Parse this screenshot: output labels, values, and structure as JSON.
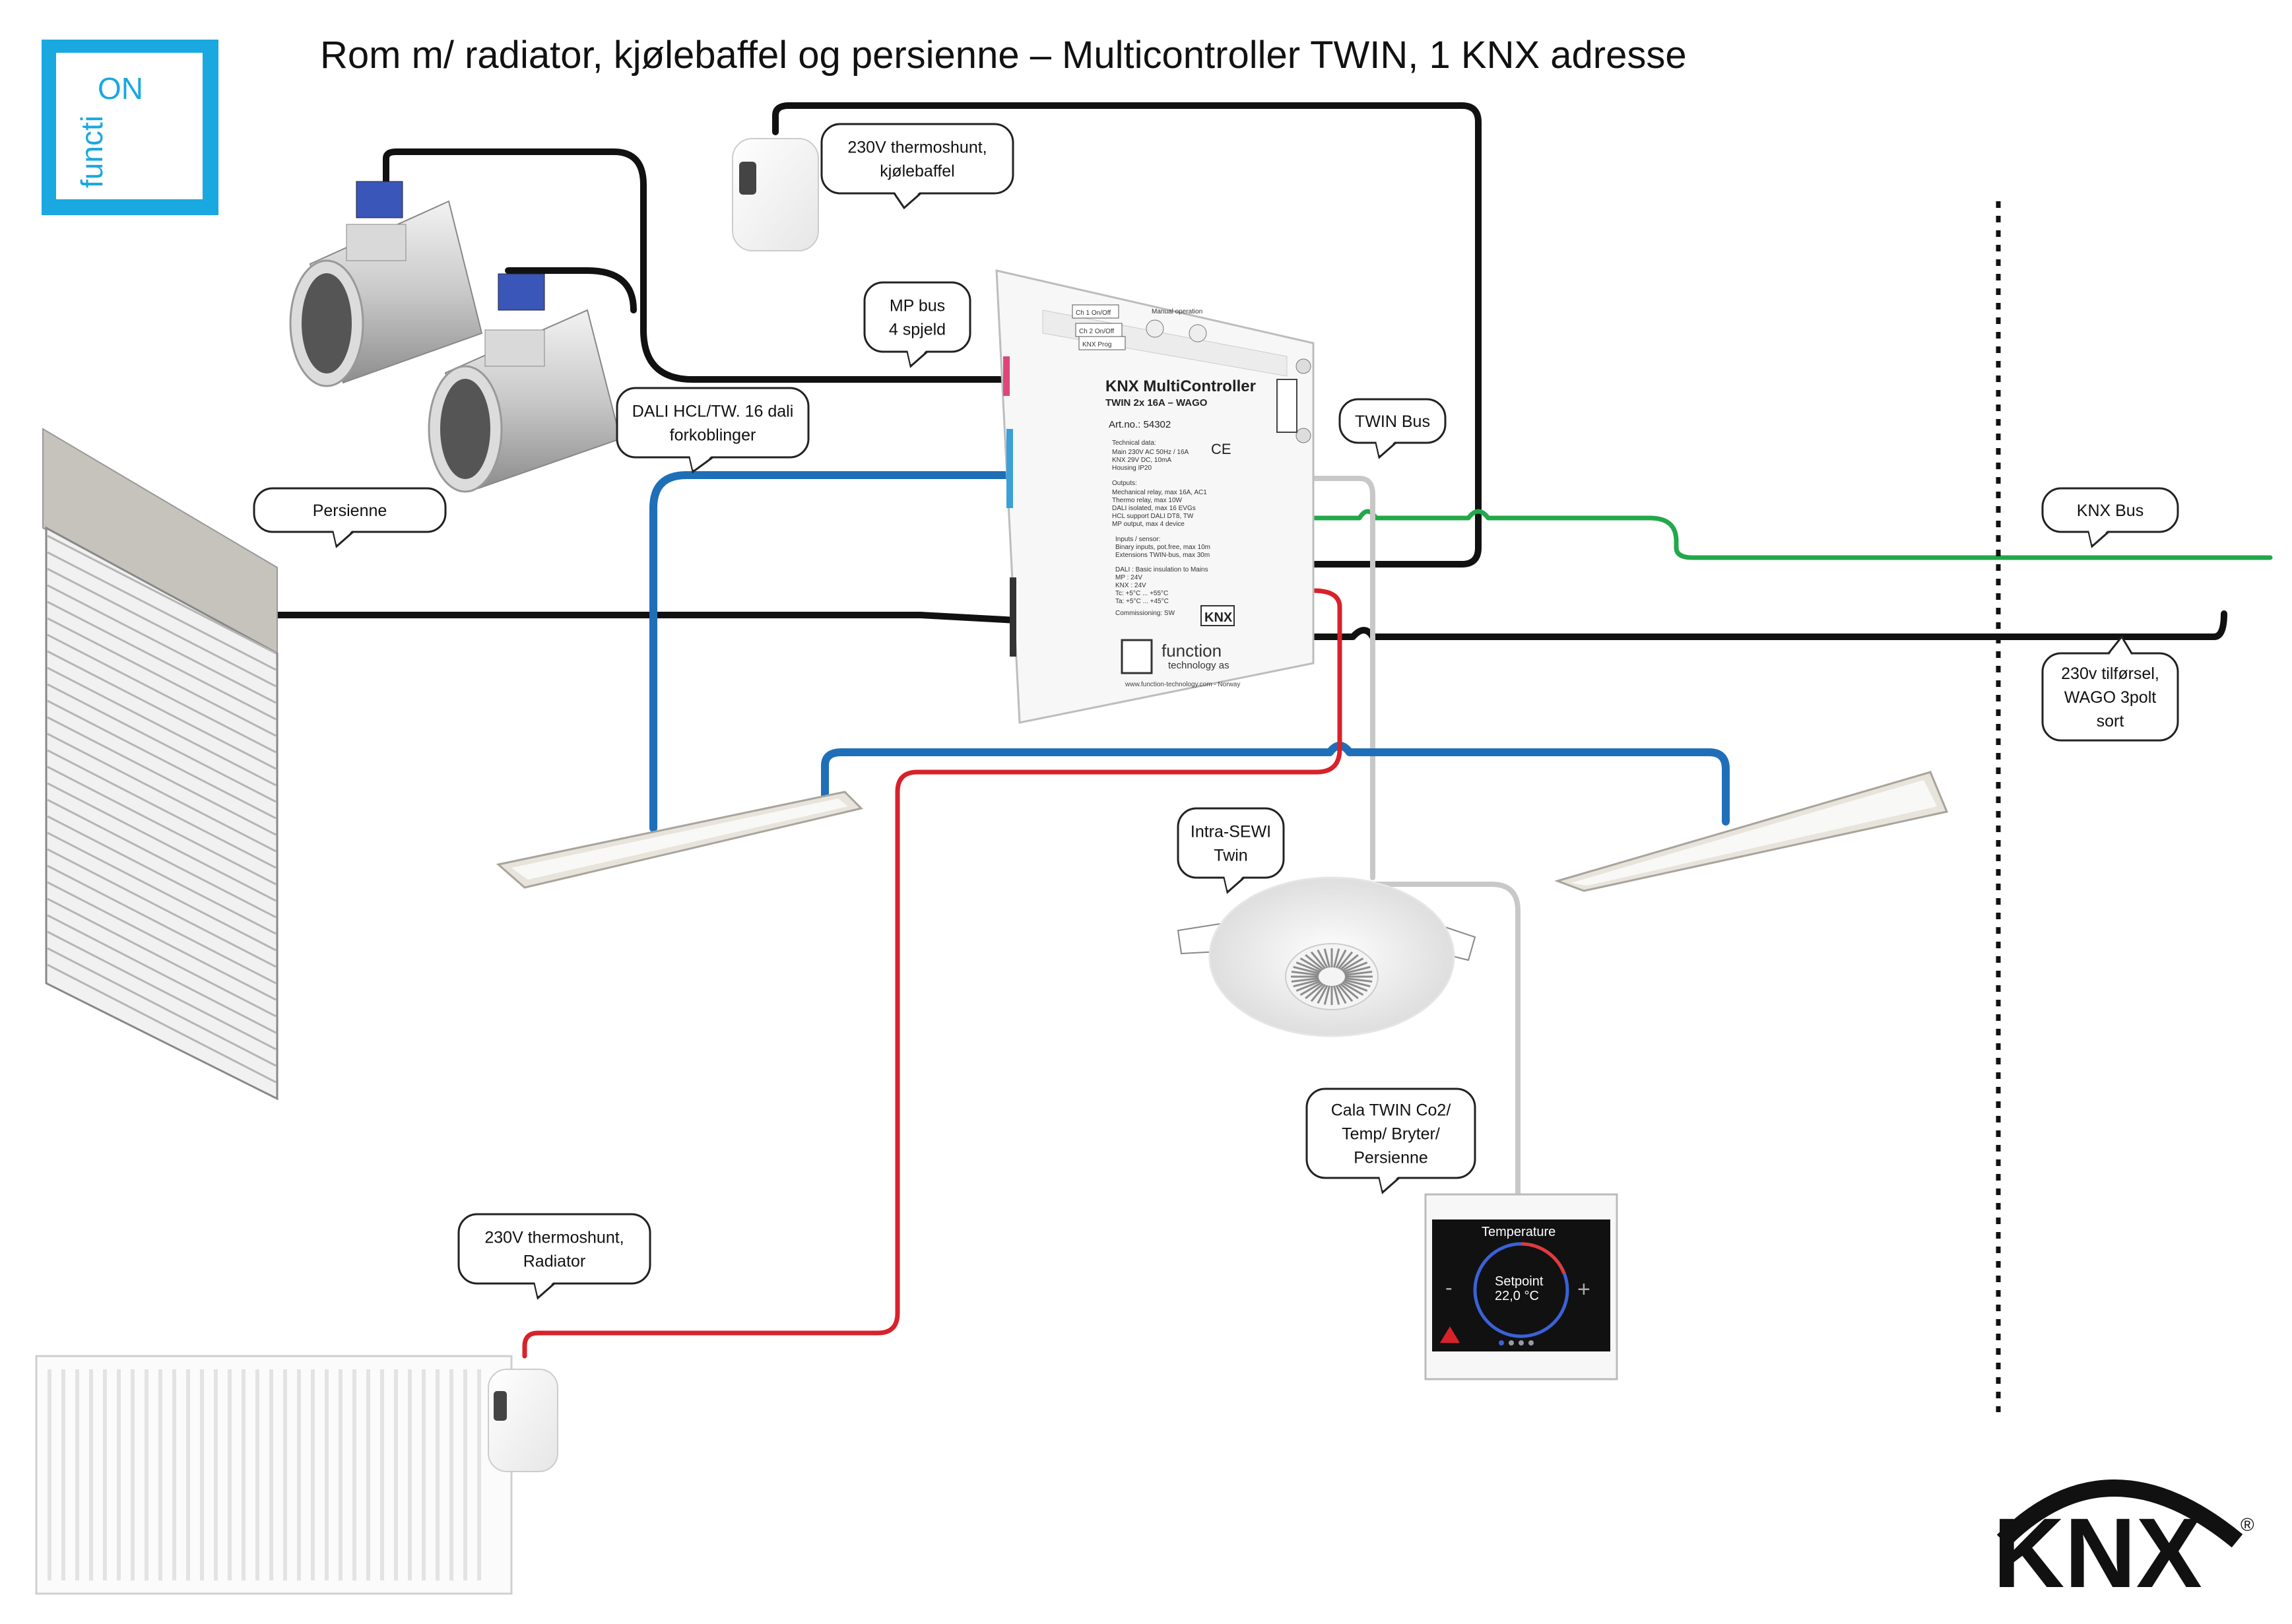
{
  "title": "Rom m/ radiator, kjølebaffel og persienne – Multicontroller TWIN, 1 KNX adresse",
  "logo": {
    "line1": "ON",
    "line2": "functi",
    "color": "#1aa8e0"
  },
  "knx_logo": {
    "text": "KNX",
    "mark": "®"
  },
  "callouts": {
    "thermo_kjolebaffel": [
      "230V thermoshunt,",
      "kjølebaffel"
    ],
    "mp_bus": [
      "MP bus",
      "4 spjeld"
    ],
    "dali": [
      "DALI HCL/TW. 16 dali",
      "forkoblinger"
    ],
    "persienne": [
      "Persienne"
    ],
    "twin_bus": [
      "TWIN Bus"
    ],
    "knx_bus": [
      "KNX Bus"
    ],
    "supply": [
      "230v tilførsel,",
      "WAGO 3polt",
      "sort"
    ],
    "intra_sewi": [
      "Intra-SEWI",
      "Twin"
    ],
    "cala": [
      "Cala TWIN Co2/",
      "Temp/ Bryter/",
      "Persienne"
    ],
    "thermo_radiator": [
      "230V thermoshunt,",
      "Radiator"
    ]
  },
  "controller": {
    "name": "KNX MultiController",
    "model": "TWIN 2x 16A – WAGO",
    "art_no": "Art.no.: 54302",
    "tech_heading": "Technical data:",
    "tech": [
      "Main 230V AC 50Hz / 16A",
      "KNX 29V DC, 10mA",
      "Housing IP20"
    ],
    "outputs_heading": "Outputs:",
    "outputs": [
      "Mechanical relay, max 16A, AC1",
      "Thermo relay, max 10W",
      "DALI isolated, max 16 EVGs",
      "HCL support DALI DT8, TW",
      "MP output, max 4 device"
    ],
    "inputs_heading": "Inputs / sensor:",
    "inputs": [
      "Binary inputs, pot.free, max 10m",
      "Extensions TWIN-bus, max 30m"
    ],
    "dali_heading": "DALI : Basic insulation to Mains",
    "dali_lines": [
      "MP  : 24V",
      "KNX : 24V",
      "Tc: +5°C ... +55°C",
      "Ta: +5°C ... +45°C"
    ],
    "commissioning": "Commissioning: SW",
    "knx_badge": "KNX",
    "brand": "function",
    "brand_sub": "technology as",
    "website": "www.function-technology.com - Norway",
    "manual_operation": "Manual operation",
    "buttons": [
      "Ch 1 On/Off",
      "Ch 2 On/Off",
      "KNX Prog"
    ]
  },
  "thermostat": {
    "heading": "Temperature",
    "label": "Setpoint",
    "value": "22,0 °C",
    "minus": "-",
    "plus": "+"
  },
  "colors": {
    "dali": "#1f6fb8",
    "knx": "#22a84a",
    "radiator": "#d8222a",
    "twin": "#c8c8c8",
    "black": "#111111"
  }
}
